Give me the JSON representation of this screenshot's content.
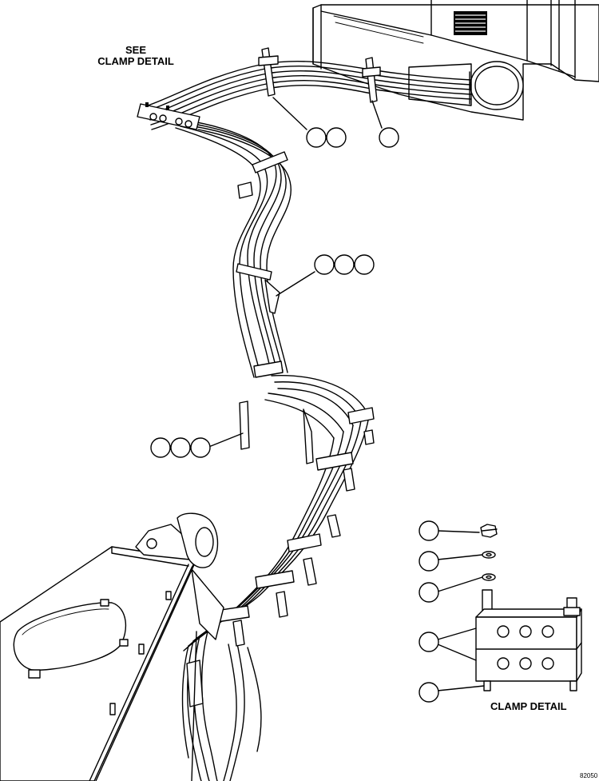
{
  "labels": {
    "see_clamp_line1": "SEE",
    "see_clamp_line2": "CLAMP DETAIL",
    "clamp_detail": "CLAMP DETAIL",
    "figure_code": "82050"
  },
  "callout_groups": [
    {
      "id": "callout-group-top-left",
      "count": 2
    },
    {
      "id": "callout-group-top-right",
      "count": 1
    },
    {
      "id": "callout-group-middle",
      "count": 3
    },
    {
      "id": "callout-group-lower-left",
      "count": 3
    },
    {
      "id": "callout-group-detail",
      "count": 5
    }
  ],
  "colors": {
    "line": "#000000",
    "background": "#ffffff"
  }
}
